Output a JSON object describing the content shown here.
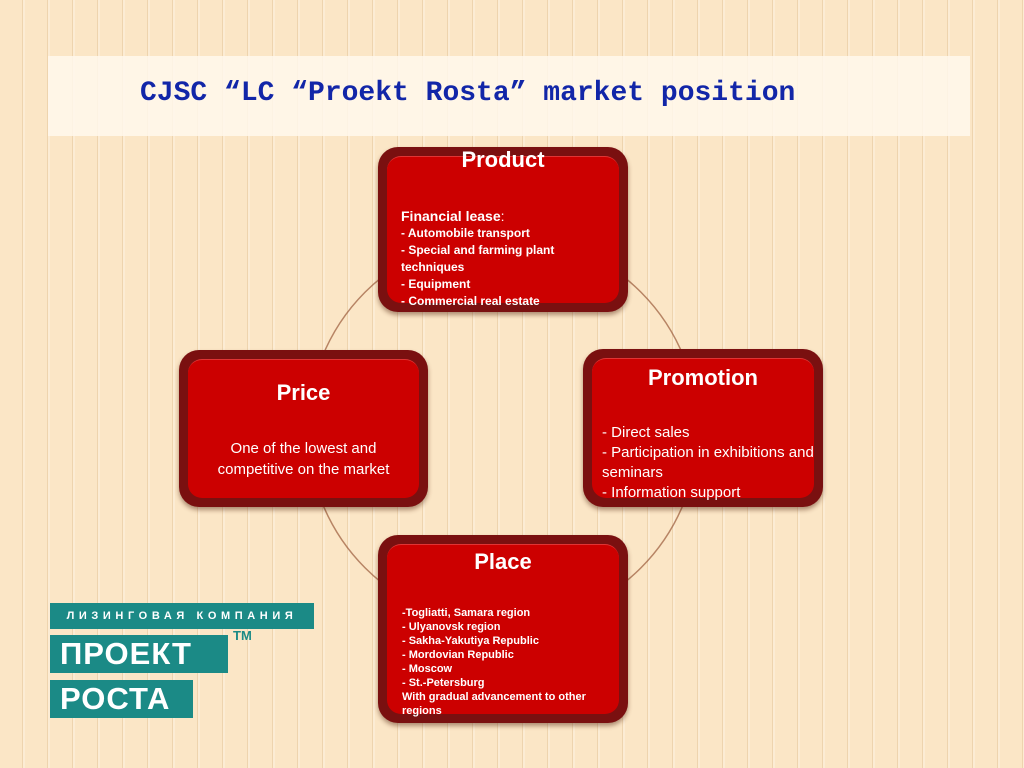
{
  "title": "CJSC “LC “Proekt Rosta” market position",
  "colors": {
    "title": "#1226a8",
    "box_fill": "#cc0000",
    "box_frame": "#7a1010",
    "logo": "#1b8a86",
    "ring": "#9a5a3a"
  },
  "product": {
    "title": "Product",
    "lead": "Financial lease",
    "lead_suffix": ":",
    "items": [
      "- Automobile transport",
      "- Special and farming plant techniques",
      "- Equipment",
      "- Commercial real estate"
    ]
  },
  "price": {
    "title": "Price",
    "text": "One of the lowest and competitive on the market"
  },
  "promotion": {
    "title": "Promotion",
    "items": [
      "- Direct sales",
      "- Participation in exhibitions and seminars",
      "- Information support"
    ]
  },
  "place": {
    "title": "Place",
    "items": [
      "-Togliatti, Samara region",
      "- Ulyanovsk region",
      "- Sakha-Yakutiya Republic",
      "- Mordovian Republic",
      "- Moscow",
      "- St.-Petersburg",
      "With gradual advancement to other regions"
    ]
  },
  "logo": {
    "tagline": "ЛИЗИНГОВАЯ КОМПАНИЯ",
    "word1": "ПРОЕКТ",
    "word2": "РОСТА",
    "tm": "TM"
  }
}
